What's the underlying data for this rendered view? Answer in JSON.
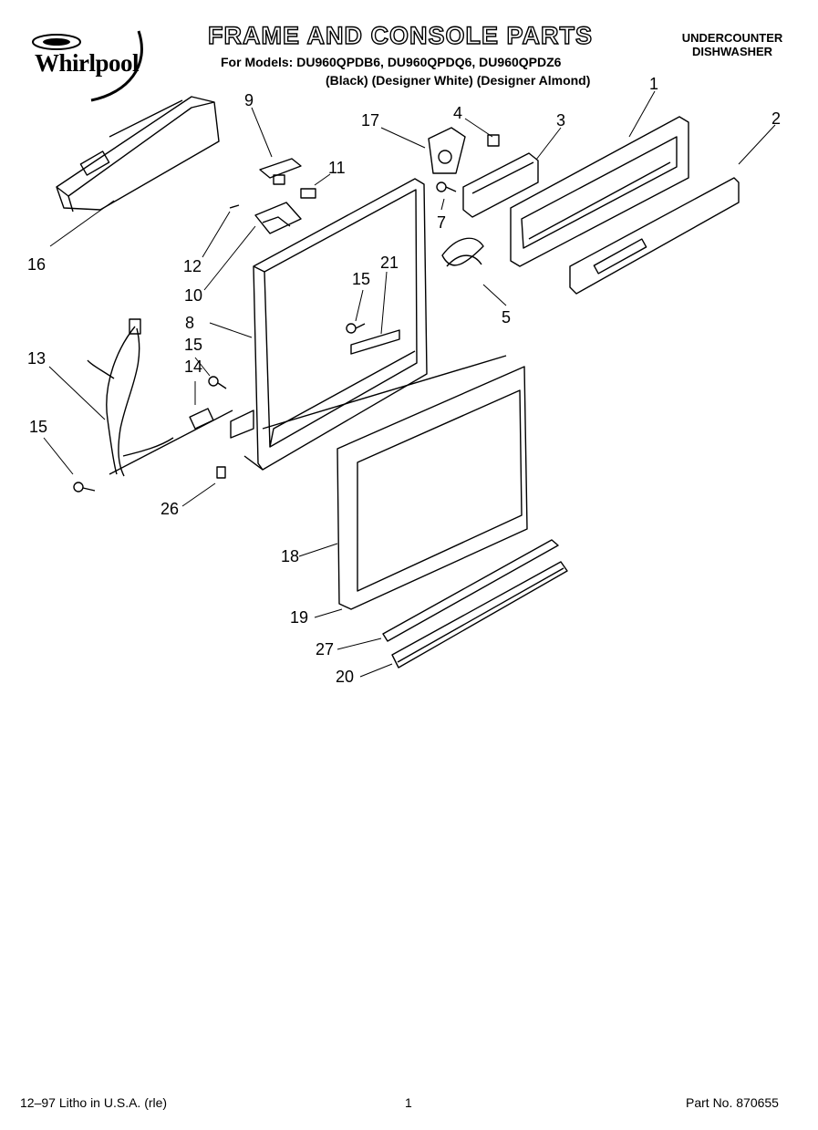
{
  "header": {
    "brand": "Whirlpool",
    "title": "FRAME AND CONSOLE PARTS",
    "models_line": "For Models: DU960QPDB6, DU960QPDQ6, DU960QPDZ6",
    "variants_line": "(Black)     (Designer White) (Designer Almond)",
    "product_line1": "UNDERCOUNTER",
    "product_line2": "DISHWASHER"
  },
  "callouts": {
    "c1": "1",
    "c2": "2",
    "c3": "3",
    "c4": "4",
    "c5": "5",
    "c7": "7",
    "c8": "8",
    "c9": "9",
    "c10": "10",
    "c11": "11",
    "c12": "12",
    "c13": "13",
    "c14": "14",
    "c15a": "15",
    "c15b": "15",
    "c15c": "15",
    "c16": "16",
    "c17": "17",
    "c18": "18",
    "c19": "19",
    "c20": "20",
    "c21": "21",
    "c26": "26",
    "c27": "27"
  },
  "footer": {
    "left": "12–97 Litho in U.S.A. (rle)",
    "center": "1",
    "right": "Part No. 870655"
  },
  "colors": {
    "line": "#000000",
    "paper": "#ffffff"
  }
}
